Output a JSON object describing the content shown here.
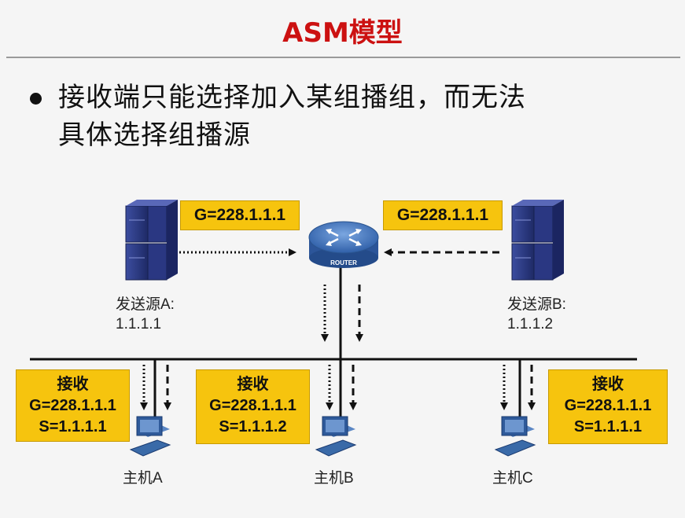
{
  "slide": {
    "title": "ASM模型",
    "bullet": {
      "line1": "接收端只能选择加入某组播组，而无法",
      "line2": "具体选择组播源"
    }
  },
  "diagram": {
    "group_boxes": {
      "left": "G=228.1.1.1",
      "right": "G=228.1.1.1"
    },
    "router_label": "ROUTER",
    "sources": [
      {
        "name": "发送源A:",
        "ip": "1.1.1.1"
      },
      {
        "name": "发送源B:",
        "ip": "1.1.1.2"
      }
    ],
    "receivers": [
      {
        "header": "接收",
        "group": "G=228.1.1.1",
        "source": "S=1.1.1.1",
        "host": "主机A"
      },
      {
        "header": "接收",
        "group": "G=228.1.1.1",
        "source": "S=1.1.1.2",
        "host": "主机B"
      },
      {
        "header": "接收",
        "group": "G=228.1.1.1",
        "source": "S=1.1.1.1",
        "host": "主机C"
      }
    ],
    "colors": {
      "title": "#cc1111",
      "box_fill": "#f6c40e",
      "router": "#3c73bf",
      "server": "#2f3f88",
      "host": "#3a6aa8",
      "line": "#111111"
    }
  }
}
